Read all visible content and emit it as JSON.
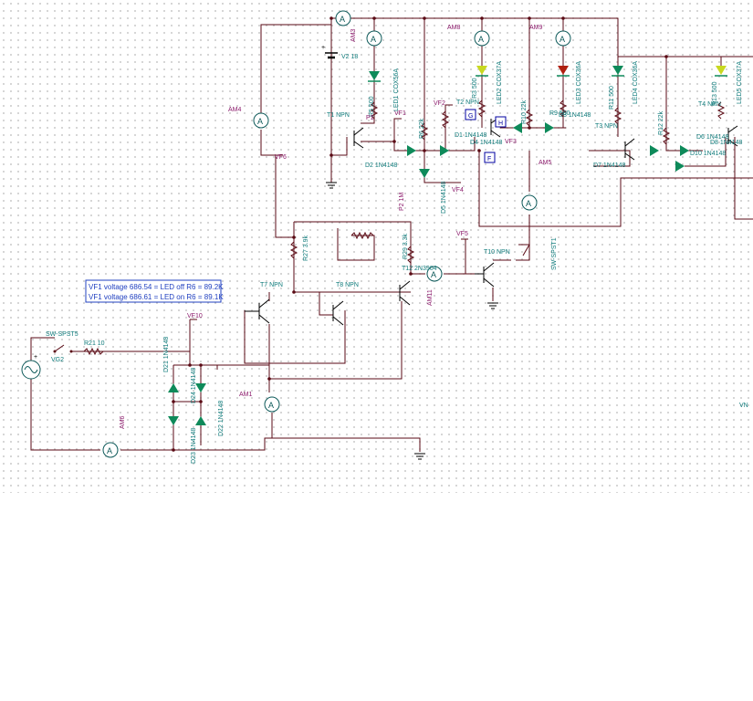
{
  "note": {
    "line1": "VF1 voltage 686.54 = LED off  R6 = 89.2K",
    "line2": "VF1 voltage 686.61 = LED on   R6 = 89.1K"
  },
  "meters": [
    "AM3",
    "AM8",
    "AM9",
    "AM4",
    "AM5",
    "AM11",
    "AM1",
    "AM6"
  ],
  "test_points": [
    "VF1",
    "VF2",
    "VF3",
    "VF4",
    "VF5",
    "VF6",
    "VF10"
  ],
  "boxes": [
    "G",
    "H",
    "F"
  ],
  "labels": {
    "v2": "V2 18",
    "r5": "R5 500",
    "led1": "LED1 COX56A",
    "t1": "T1 NPN",
    "d2": "D2 1N4148",
    "p1": "P1",
    "r6": "R6 22k",
    "d5": "D5 1N4148",
    "p2": "P2 1M",
    "t2": "T2 NPN",
    "r3": "R3 500",
    "led2": "LED2 COX37A",
    "d1": "D1 1N4148",
    "d4": "D4 1N4148",
    "r10": "R10 22k",
    "r9": "R9 500",
    "d3": "D3 1N4148",
    "led3": "LED3 COX36A",
    "r11": "R11 500",
    "led4": "LED4 COX36A",
    "t3": "T3 NPN",
    "r12": "R12 22k",
    "d7": "D7 1N4148",
    "d10": "D10 1N4148",
    "r13": "R13 500",
    "led5": "LED5 COX37A",
    "t4": "T4 NPN",
    "d6": "D6 1N4148",
    "d8": "D8 1N4148",
    "r27": "R27 3.9k",
    "r29": "R29 3.3k",
    "t7": "T7 NPN",
    "t8": "T8 NPN",
    "t12": "T12 2N3904",
    "t10": "T10 NPN",
    "sw_spst1": "SW-SPST1",
    "sw_spst5": "SW-SPST5",
    "vg2": "VG2",
    "r21": "R21 10",
    "d21": "D21 1N4148",
    "d24": "D24 1N4148",
    "d22": "D22 1N4148",
    "d23": "D23 1N4148",
    "vn": "VN"
  }
}
